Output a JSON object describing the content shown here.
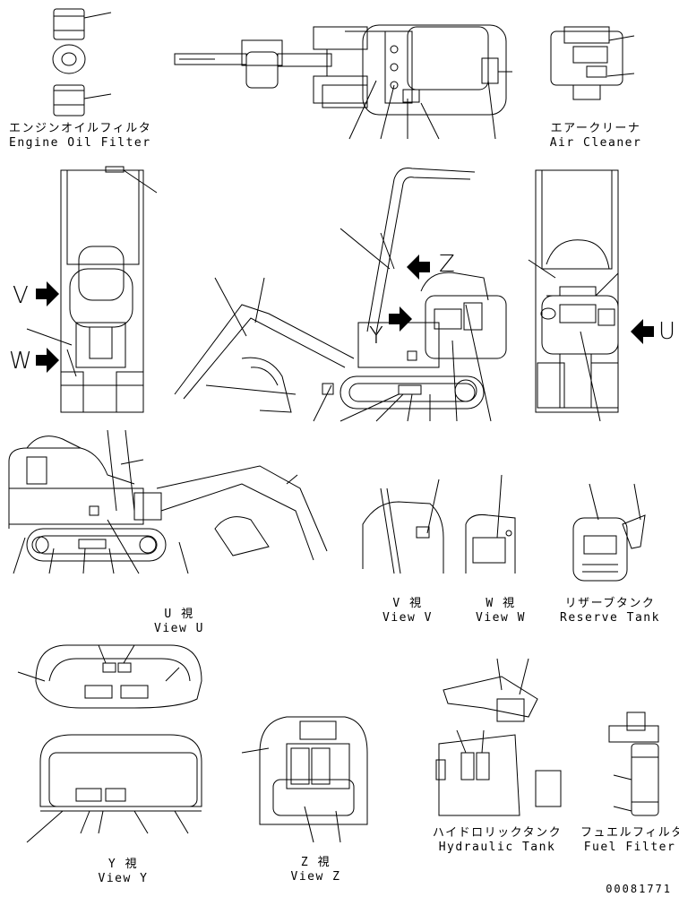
{
  "captions": {
    "engine_oil_filter": {
      "jp": "エンジンオイルフィルタ",
      "en": "Engine Oil Filter"
    },
    "air_cleaner": {
      "jp": "エアークリーナ",
      "en": "Air Cleaner"
    },
    "view_u": {
      "jp": "U 視",
      "en": "View U"
    },
    "view_v": {
      "jp": "V 視",
      "en": "View V"
    },
    "view_w": {
      "jp": "W 視",
      "en": "View W"
    },
    "reserve_tank": {
      "jp": "リザーブタンク",
      "en": "Reserve Tank"
    },
    "view_y": {
      "jp": "Y 視",
      "en": "View Y"
    },
    "view_z": {
      "jp": "Z 視",
      "en": "View Z"
    },
    "hydraulic_tank": {
      "jp": "ハイドロリックタンク",
      "en": "Hydraulic Tank"
    },
    "fuel_filter": {
      "jp": "フュエルフィルタ",
      "en": "Fuel Filter"
    }
  },
  "view_letters": {
    "v": "V",
    "w": "W",
    "z": "Z",
    "u": "U",
    "y": "Y"
  },
  "doc_number": "00081771"
}
